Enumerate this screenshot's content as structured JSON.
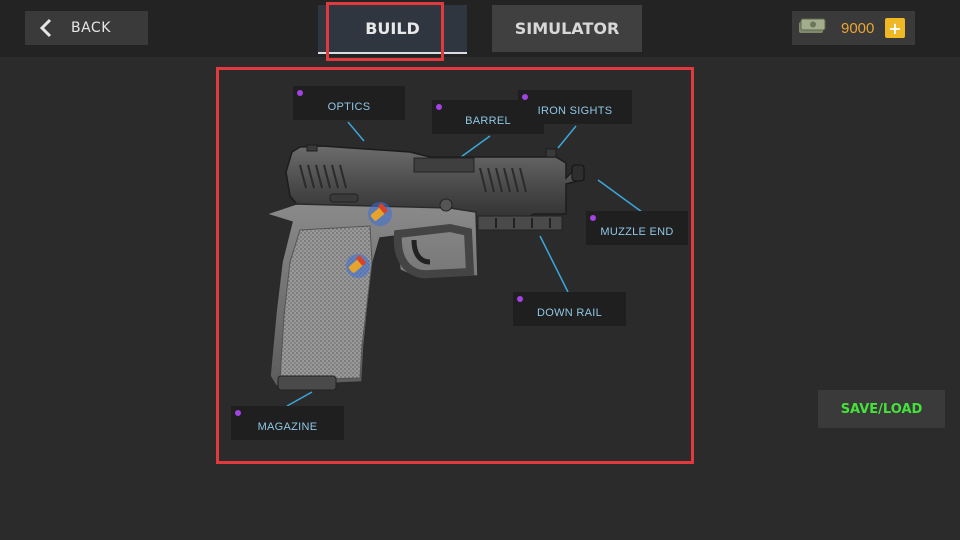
{
  "header": {
    "back_label": "BACK",
    "tabs": [
      {
        "label": "BUILD",
        "active": true
      },
      {
        "label": "SIMULATOR",
        "active": false
      }
    ],
    "currency": {
      "amount": "9000",
      "icon": "cash-stack-icon",
      "add_icon": "plus-icon"
    }
  },
  "parts": [
    {
      "label": "OPTICS"
    },
    {
      "label": "BARREL"
    },
    {
      "label": "IRON SIGHTS"
    },
    {
      "label": "MUZZLE END"
    },
    {
      "label": "DOWN RAIL"
    },
    {
      "label": "MAGAZINE"
    }
  ],
  "actions": {
    "save_load_label": "SAVE/LOAD"
  },
  "colors": {
    "background": "#2b2b2b",
    "label_text": "#8fc7e6",
    "label_dot": "#a343e6",
    "currency": "#e9a532",
    "save_load": "#44e23a",
    "highlight": "#e03a3e"
  }
}
